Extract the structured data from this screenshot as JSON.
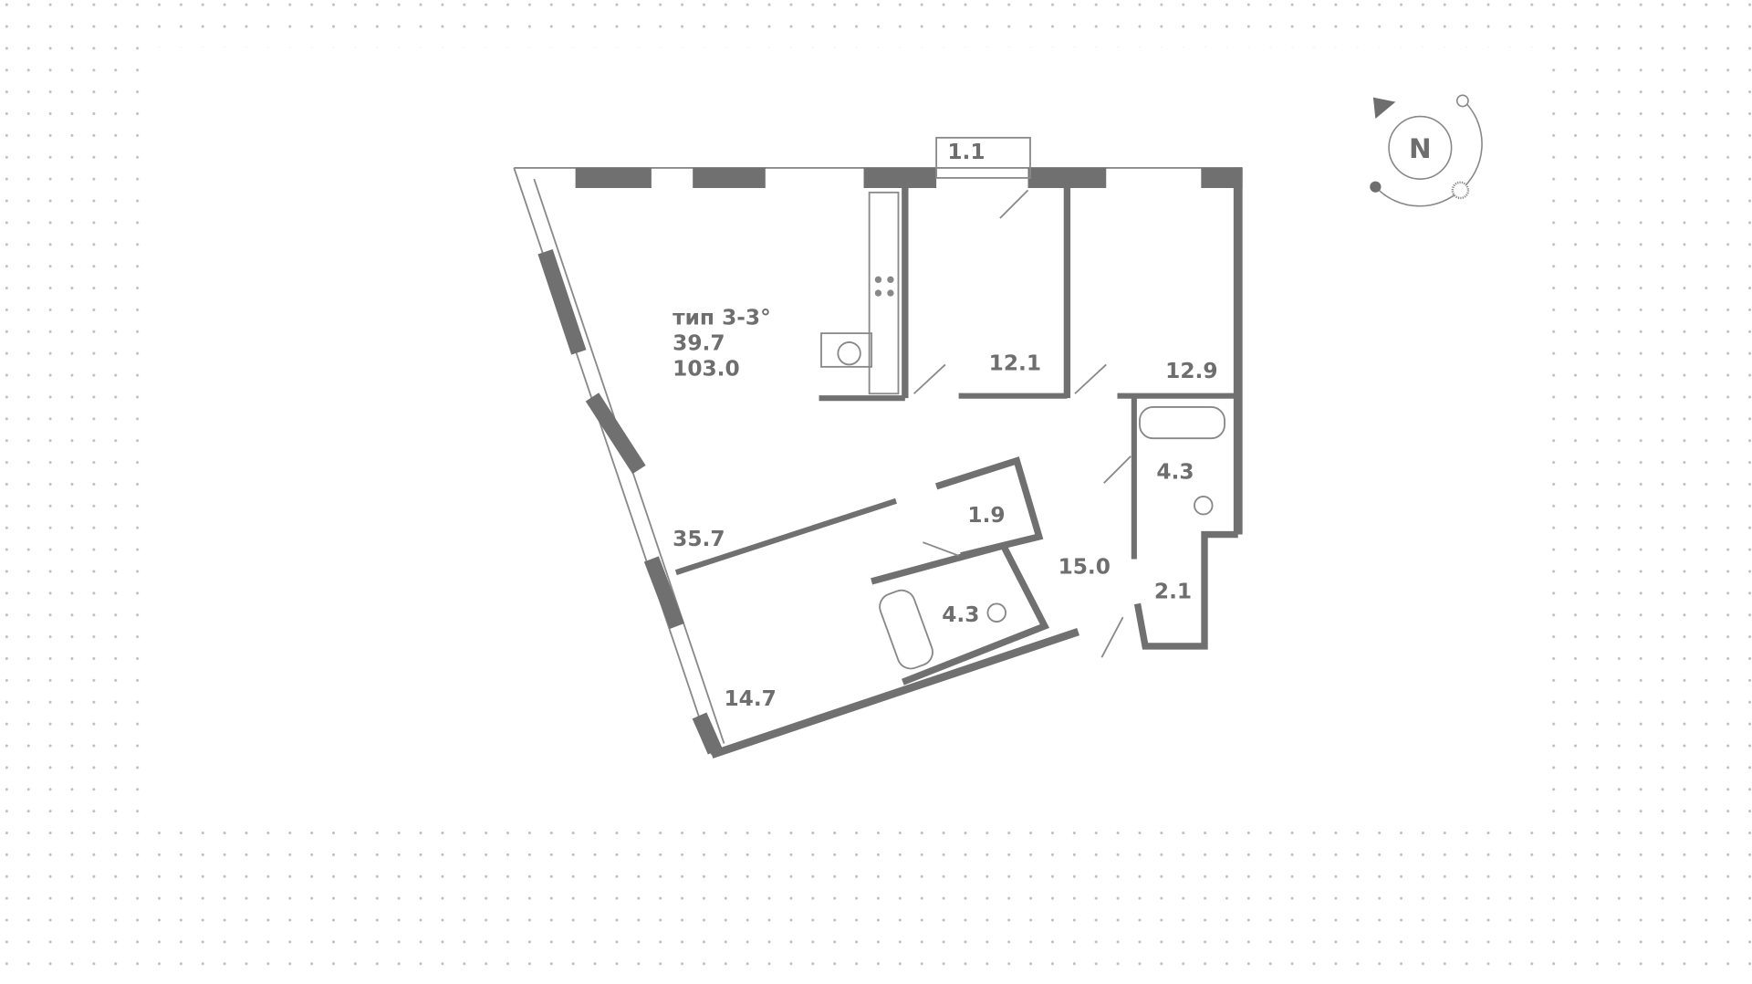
{
  "plan": {
    "type_label": "тип 3-3°",
    "living_area": "39.7",
    "total_area": "103.0",
    "rooms": {
      "balcony": "1.1",
      "bedroom_1": "12.1",
      "bedroom_2": "12.9",
      "bathroom_1": "4.3",
      "closet": "1.9",
      "living_kitchen": "35.7",
      "hall": "15.0",
      "storage": "2.1",
      "bathroom_2": "4.3",
      "bedroom_3": "14.7"
    }
  },
  "compass": {
    "label": "N"
  },
  "colors": {
    "wall": "#707070",
    "text": "#6e6e6e",
    "dots": "#bdbdbd"
  }
}
